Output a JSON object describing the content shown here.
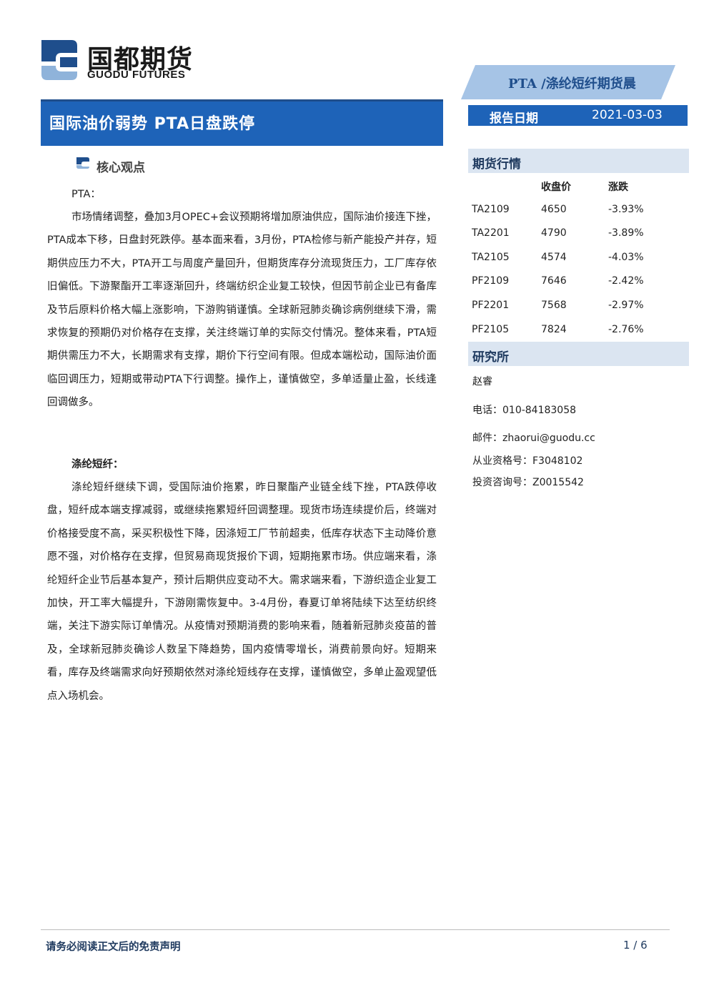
{
  "header": {
    "logo_cn": "国都期货",
    "logo_en": "GUODU FUTURES",
    "banner": "PTA /涤纶短纤期货晨",
    "title": "国际油价弱势 PTA日盘跌停",
    "report_date_label": "报告日期",
    "report_date": "2021-03-03"
  },
  "core": {
    "heading": "核心观点",
    "pta_heading": "PTA：",
    "pta_body": "市场情绪调整，叠加3月OPEC+会议预期将增加原油供应，国际油价接连下挫，PTA成本下移，日盘封死跌停。基本面来看，3月份，PTA检修与新产能投产并存，短期供应压力不大，PTA开工与周度产量回升，但期货库存分流现货压力，工厂库存依旧偏低。下游聚酯开工率逐渐回升，终端纺织企业复工较快，但因节前企业已有备库及节后原料价格大幅上涨影响，下游购销谨慎。全球新冠肺炎确诊病例继续下滑，需求恢复的预期仍对价格存在支撑，关注终端订单的实际交付情况。整体来看，PTA短期供需压力不大，长期需求有支撑，期价下行空间有限。但成本端松动，国际油价面临回调压力，短期或带动PTA下行调整。操作上，谨慎做空，多单适量止盈，长线逢回调做多。",
    "psf_heading": "涤纶短纤：",
    "psf_body": "涤纶短纤继续下调，受国际油价拖累，昨日聚酯产业链全线下挫，PTA跌停收盘，短纤成本端支撑减弱，或继续拖累短纤回调整理。现货市场连续提价后，终端对价格接受度不高，采买积极性下降，因涤短工厂节前超卖，低库存状态下主动降价意愿不强，对价格存在支撑，但贸易商现货报价下调，短期拖累市场。供应端来看，涤纶短纤企业节后基本复产，预计后期供应变动不大。需求端来看，下游织造企业复工加快，开工率大幅提升，下游刚需恢复中。3-4月份，春夏订单将陆续下达至纺织终端，关注下游实际订单情况。从疫情对预期消费的影响来看，随着新冠肺炎疫苗的普及，全球新冠肺炎确诊人数呈下降趋势，国内疫情零增长，消费前景向好。短期来看，库存及终端需求向好预期依然对涤纶短线存在支撑，谨慎做空，多单止盈观望低点入场机会。"
  },
  "market": {
    "heading": "期货行情",
    "col_price": "收盘价",
    "col_change": "涨跌",
    "rows": [
      {
        "code": "TA2109",
        "price": "4650",
        "change": "-3.93%"
      },
      {
        "code": "TA2201",
        "price": "4790",
        "change": "-3.89%"
      },
      {
        "code": "TA2105",
        "price": "4574",
        "change": "-4.03%"
      },
      {
        "code": "PF2109",
        "price": "7646",
        "change": "-2.42%"
      },
      {
        "code": "PF2201",
        "price": "7568",
        "change": "-2.97%"
      },
      {
        "code": "PF2105",
        "price": "7824",
        "change": "-2.76%"
      }
    ]
  },
  "research": {
    "heading": "研究所",
    "name": "赵睿",
    "phone": "电话：010-84183058",
    "email": "邮件：zhaorui@guodu.cc",
    "license": "从业资格号：F3048102",
    "advisory": "投资咨询号：Z0015542"
  },
  "footer": {
    "disclaimer": "请务必阅读正文后的免责声明",
    "page": "1 / 6"
  },
  "colors": {
    "brand_blue": "#1e63b8",
    "banner_light": "#a6c4e6",
    "section_bg": "#dbe5f1"
  }
}
